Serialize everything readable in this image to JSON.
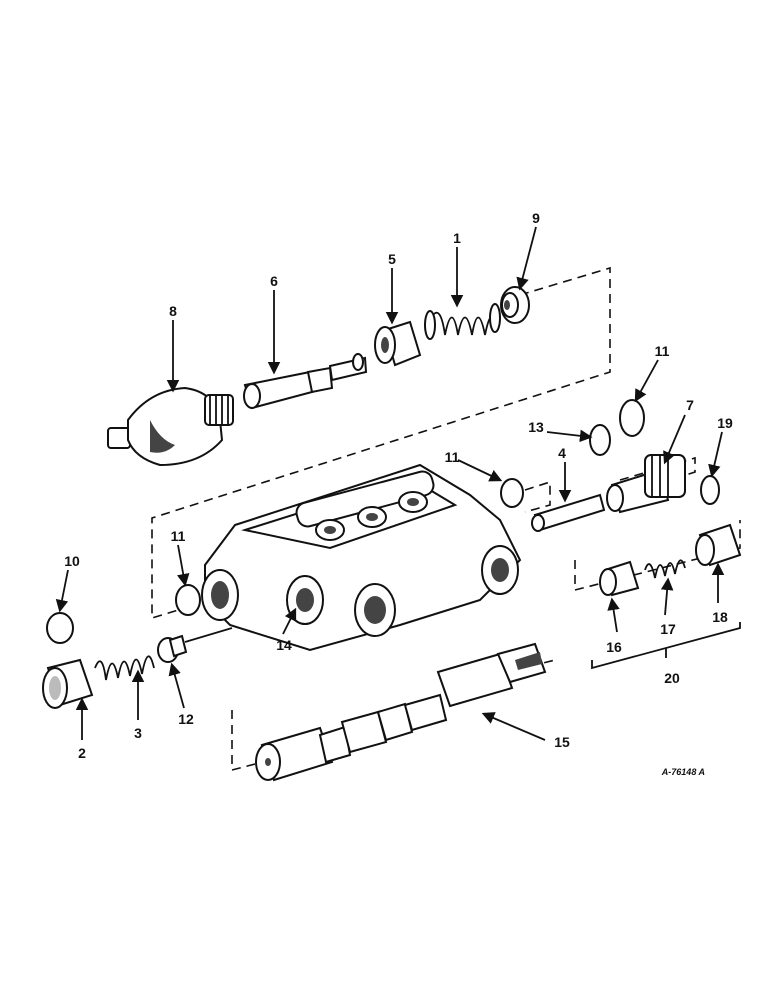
{
  "drawing_ref": "A-76148 A",
  "labels": {
    "p1": "1",
    "p2": "2",
    "p3": "3",
    "p4": "4",
    "p5": "5",
    "p6": "6",
    "p7": "7",
    "p8": "8",
    "p9": "9",
    "p10": "10",
    "p11a": "11",
    "p11b": "11",
    "p11c": "11",
    "p12": "12",
    "p13": "13",
    "p14": "14",
    "p15": "15",
    "p16": "16",
    "p17": "17",
    "p18": "18",
    "p19": "19",
    "p20": "20"
  }
}
